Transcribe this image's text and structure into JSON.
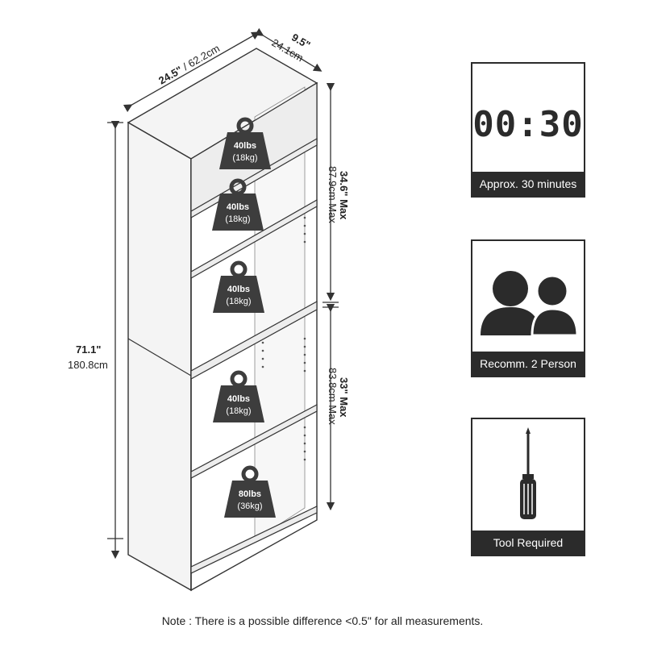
{
  "dimensions": {
    "width_in": "24.5\"",
    "width_cm": "/ 62.2cm",
    "depth_in": "9.5\"",
    "depth_cm": "24.1cm",
    "height_in": "71.1\"",
    "height_cm": "180.8cm",
    "upper_in": "34.6\" Max",
    "upper_cm": "87.9cm Max",
    "lower_in": "33\" Max",
    "lower_cm": "83.8cm Max"
  },
  "shelves": [
    {
      "lbs": "40lbs",
      "kg": "(18kg)"
    },
    {
      "lbs": "40lbs",
      "kg": "(18kg)"
    },
    {
      "lbs": "40lbs",
      "kg": "(18kg)"
    },
    {
      "lbs": "40lbs",
      "kg": "(18kg)"
    },
    {
      "lbs": "80lbs",
      "kg": "(36kg)"
    }
  ],
  "cards": {
    "time": {
      "display": "00:30",
      "caption": "Approx. 30 minutes",
      "icon": "timer-icon"
    },
    "people": {
      "caption": "Recomm. 2 Person",
      "icon": "two-persons-icon"
    },
    "tool": {
      "caption": "Tool Required",
      "icon": "screwdriver-icon"
    }
  },
  "note": "Note : There is a possible difference <0.5\" for all measurements.",
  "colors": {
    "panel": "#f2f2f2",
    "line": "#333333",
    "weight": "#3d3d3d",
    "card_dark": "#2b2b2b"
  }
}
